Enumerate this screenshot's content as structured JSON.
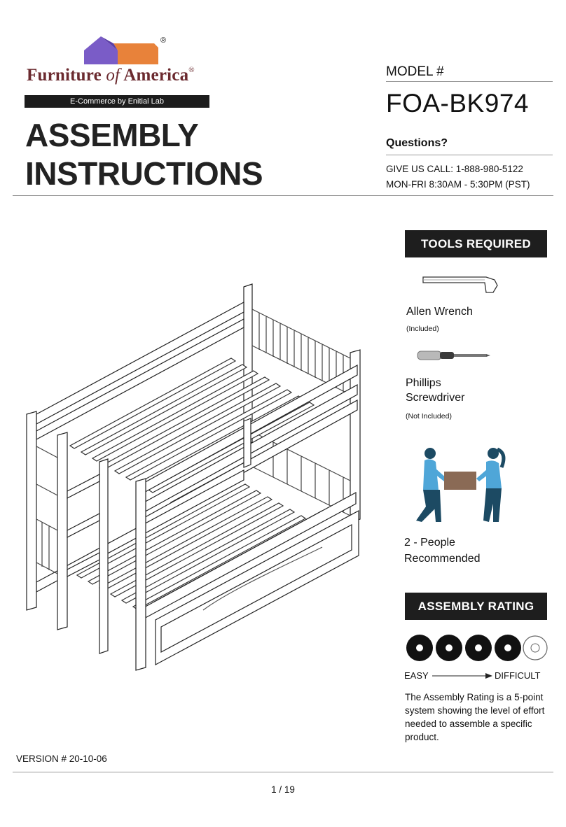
{
  "logo": {
    "registered_symbol": "®",
    "brand_name_part1": "Furniture ",
    "brand_name_part2": "of",
    "brand_name_part3": " America",
    "tagline": "E-Commerce by Enitial Lab",
    "house_colors": {
      "roof": "#7a5cc7",
      "body": "#e8823a"
    }
  },
  "header": {
    "title_line1": "ASSEMBLY",
    "title_line2": "INSTRUCTIONS",
    "model_label": "MODEL #",
    "model_number": "FOA-BK974",
    "questions": "Questions?",
    "call_line1": "GIVE US CALL: 1-888-980-5122",
    "call_line2": "MON-FRI  8:30AM - 5:30PM (PST)"
  },
  "tools": {
    "heading": "TOOLS REQUIRED",
    "items": [
      {
        "name": "Allen Wrench",
        "note": "(Included)",
        "icon": "allen-wrench-icon"
      },
      {
        "name_line1": "Phillips",
        "name_line2": "Screwdriver",
        "note": "(Not Included)",
        "icon": "screwdriver-icon"
      },
      {
        "name_line1": "2 - People",
        "name_line2": "Recommended",
        "icon": "two-people-carrying-icon"
      }
    ]
  },
  "rating": {
    "heading": "ASSEMBLY RATING",
    "level": 4,
    "max": 5,
    "easy": "EASY",
    "difficult": "DIFFICULT",
    "description": "The Assembly Rating is a 5-point system showing the level of effort needed to assemble a specific product."
  },
  "footer": {
    "version": "VERSION # 20-10-06",
    "page": "1 / 19"
  },
  "colors": {
    "dark_box": "#1e1e1e",
    "person_shirt": "#4fa6d8",
    "person_pants": "#1c4a63",
    "box_brown": "#8a6a55"
  }
}
